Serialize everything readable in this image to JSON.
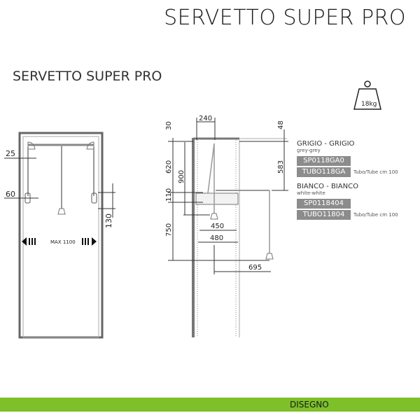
{
  "header": {
    "title": "SERVETTO SUPER PRO",
    "subtitle": "SERVETTO SUPER PRO"
  },
  "weight_badge": {
    "icon": "weight-icon",
    "label": "18kg"
  },
  "front_view": {
    "dimensions": {
      "rail_offset": "25",
      "handle_offset": "60",
      "handle_height": "130",
      "max_width": "MAX 1100"
    }
  },
  "side_view": {
    "dimensions": {
      "top_gap": "30",
      "upper": "620",
      "mechanism": "110",
      "lower": "750",
      "total": "900",
      "depth_offset": "240",
      "right_top": "48",
      "drop": "583",
      "min_depth": "450",
      "depth": "480",
      "extension": "695"
    }
  },
  "legend": {
    "groups": [
      {
        "title": "GRIGIO - GRIGIO",
        "subtitle": "grey-grey",
        "codes": [
          {
            "code": "SP0118GA0",
            "note": ""
          },
          {
            "code": "TUBO118GA",
            "note": "Tubo/Tube cm 100"
          }
        ]
      },
      {
        "title": "BIANCO - BIANCO",
        "subtitle": "white-white",
        "codes": [
          {
            "code": "SP0118404",
            "note": ""
          },
          {
            "code": "TUBO11804",
            "note": "Tubo/Tube cm 100"
          }
        ]
      }
    ]
  },
  "footer": {
    "label": "DISEGNO",
    "color": "#7dc02a"
  }
}
